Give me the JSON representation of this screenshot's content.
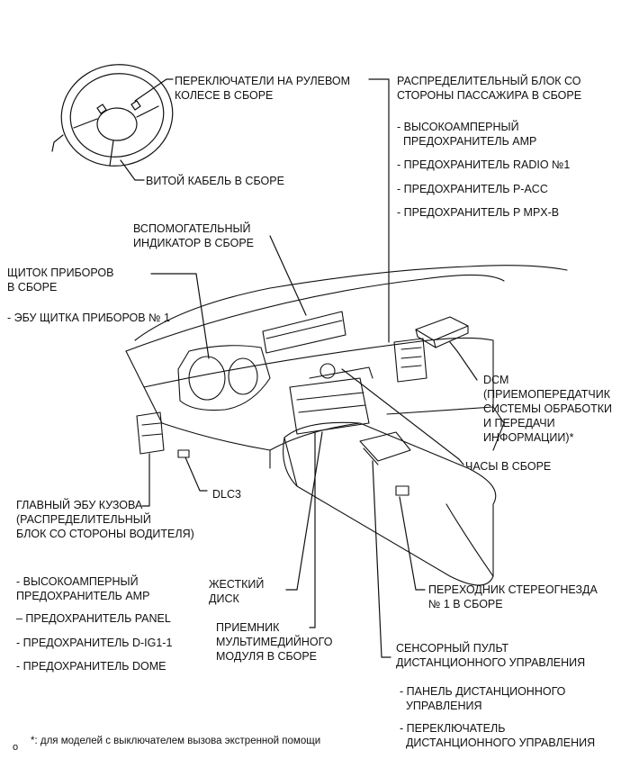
{
  "labels": {
    "steering_switches": "ПЕРЕКЛЮЧАТЕЛИ НА РУЛЕВОМ\nКОЛЕСЕ В СБОРЕ",
    "spiral_cable": "ВИТОЙ КАБЕЛЬ В СБОРЕ",
    "passenger_jb": "РАСПРЕДЕЛИТЕЛЬНЫЙ БЛОК СО\nСТОРОНЫ ПАССАЖИРА В СБОРЕ",
    "passenger_jb_items": [
      "- ВЫСОКОАМПЕРНЫЙ\n  ПРЕДОХРАНИТЕЛЬ AMP",
      "- ПРЕДОХРАНИТЕЛЬ RADIO №1",
      "- ПРЕДОХРАНИТЕЛЬ P-ACC",
      "- ПРЕДОХРАНИТЕЛЬ P MPX-B"
    ],
    "sub_indicator": "ВСПОМОГАТЕЛЬНЫЙ\nИНДИКАТОР В СБОРЕ",
    "combination_meter": "ЩИТОК ПРИБОРОВ\nВ СБОРЕ",
    "meter_ecu": "- ЭБУ ЩИТКА ПРИБОРОВ № 1",
    "dcm": "DCM\n(ПРИЕМОПЕРЕДАТЧИК\nСИСТЕМЫ ОБРАБОТКИ\nИ ПЕРЕДАЧИ\nИНФОРМАЦИИ)*",
    "clock": "ЧАСЫ В СБОРЕ",
    "main_body_ecu": "ГЛАВНЫЙ ЭБУ КУЗОВА\n(РАСПРЕДЕЛИТЕЛЬНЫЙ\nБЛОК СО СТОРОНЫ ВОДИТЕЛЯ)",
    "dlc3": "DLC3",
    "body_ecu_items": [
      "- ВЫСОКОАМПЕРНЫЙ\nПРЕДОХРАНИТЕЛЬ AMP",
      "– ПРЕДОХРАНИТЕЛЬ PANEL",
      "- ПРЕДОХРАНИТЕЛЬ D-IG1-1",
      "- ПРЕДОХРАНИТЕЛЬ DOME"
    ],
    "hard_disk": "ЖЕСТКИЙ\nДИСК",
    "multimedia_receiver": "ПРИЕМНИК\nМУЛЬТИМЕДИЙНОГО\nМОДУЛЯ В СБОРЕ",
    "stereo_jack": "ПЕРЕХОДНИК СТЕРЕОГНЕЗДА\n№ 1 В СБОРЕ",
    "remote_touch": "СЕНСОРНЫЙ ПУЛЬТ\nДИСТАНЦИОННОГО УПРАВЛЕНИЯ",
    "remote_touch_items": [
      "- ПАНЕЛЬ ДИСТАНЦИОННОГО\n  УПРАВЛЕНИЯ",
      "- ПЕРЕКЛЮЧАТЕЛЬ\n  ДИСТАНЦИОННОГО УПРАВЛЕНИЯ"
    ],
    "footnote": "*: для моделей с выключателем вызова экстренной помощи",
    "corner_mark": "o"
  }
}
